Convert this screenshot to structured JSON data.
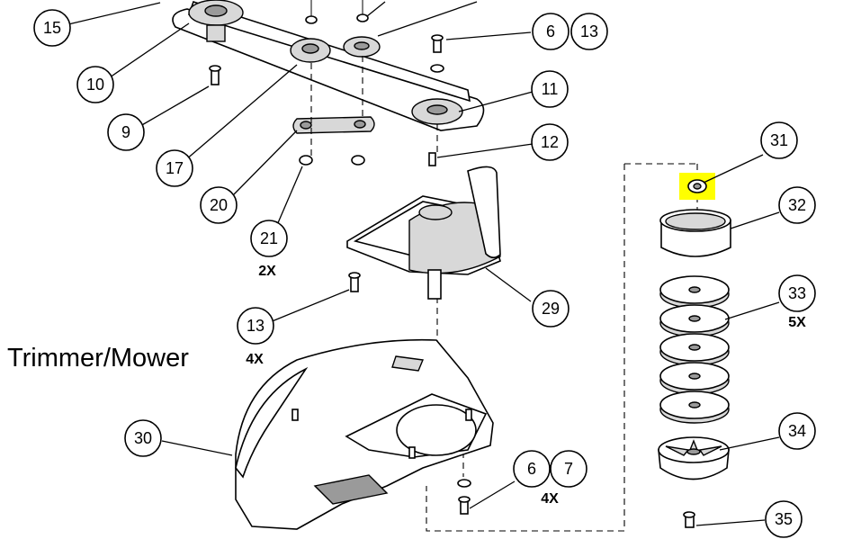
{
  "diagram": {
    "title": "Trimmer/Mower",
    "highlight_color": "#ffff00",
    "callouts": [
      {
        "id": "c15",
        "label": "15"
      },
      {
        "id": "c10",
        "label": "10"
      },
      {
        "id": "c9",
        "label": "9"
      },
      {
        "id": "c17",
        "label": "17"
      },
      {
        "id": "c20",
        "label": "20"
      },
      {
        "id": "c21",
        "label": "21"
      },
      {
        "id": "c6a",
        "label": "6"
      },
      {
        "id": "c13a",
        "label": "13"
      },
      {
        "id": "c11",
        "label": "11"
      },
      {
        "id": "c12",
        "label": "12"
      },
      {
        "id": "c29",
        "label": "29"
      },
      {
        "id": "c13b",
        "label": "13"
      },
      {
        "id": "c30",
        "label": "30"
      },
      {
        "id": "c6b",
        "label": "6"
      },
      {
        "id": "c7",
        "label": "7"
      },
      {
        "id": "c31",
        "label": "31"
      },
      {
        "id": "c32",
        "label": "32"
      },
      {
        "id": "c33",
        "label": "33"
      },
      {
        "id": "c34",
        "label": "34"
      },
      {
        "id": "c35",
        "label": "35"
      }
    ],
    "quantities": {
      "q21": "2X",
      "q13": "4X",
      "q33": "5X",
      "q67": "4X"
    }
  }
}
